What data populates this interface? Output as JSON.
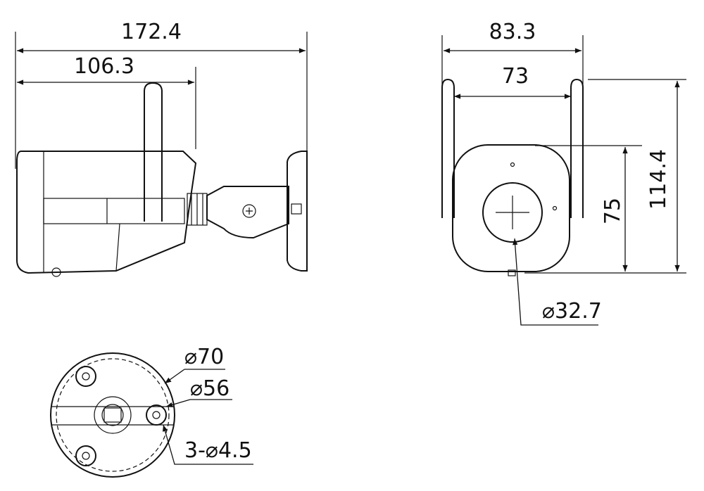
{
  "side_view": {
    "overall_length": "172.4",
    "antenna_offset": "106.3"
  },
  "front_view": {
    "width": "83.3",
    "inner_width": "73",
    "height": "114.4",
    "body_height": "75",
    "lens_diameter": "⌀32.7"
  },
  "base_view": {
    "outer_diameter": "⌀70",
    "hole_circle_diameter": "⌀56",
    "mount_holes": "3-⌀4.5"
  },
  "colors": {
    "line": "#111111",
    "background": "#ffffff"
  }
}
